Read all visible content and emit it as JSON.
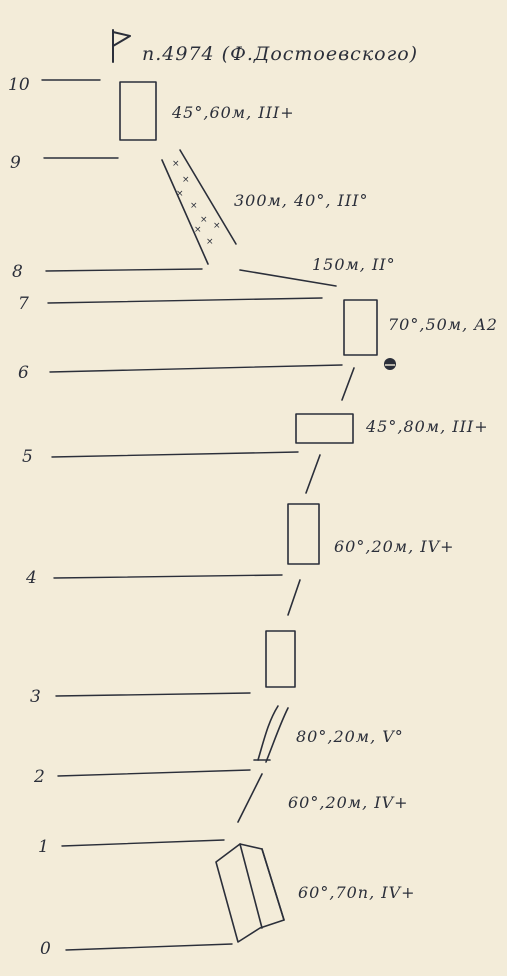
{
  "title": "п.4974 (Ф.Достоевского)",
  "levels": [
    "0",
    "1",
    "2",
    "3",
    "4",
    "5",
    "6",
    "7",
    "8",
    "9",
    "10"
  ],
  "routes": [
    {
      "label": "60°,70п, IV+"
    },
    {
      "label": "60°,20м, IV+"
    },
    {
      "label": "80°,20м, V°"
    },
    {
      "label": "60°,20м, IV+"
    },
    {
      "label": "45°,80м, III+"
    },
    {
      "label": "70°,50м, A2"
    },
    {
      "label": "150м, II°"
    },
    {
      "label": "300м, 40°, III°"
    },
    {
      "label": "45°,60м, III+"
    }
  ],
  "icons": {
    "flag": "flag-icon",
    "bivouac": "bivouac-icon",
    "snow": "snow-icon"
  },
  "colors": {
    "paper": "#f3ecd9",
    "ink": "#2b2f3a"
  }
}
